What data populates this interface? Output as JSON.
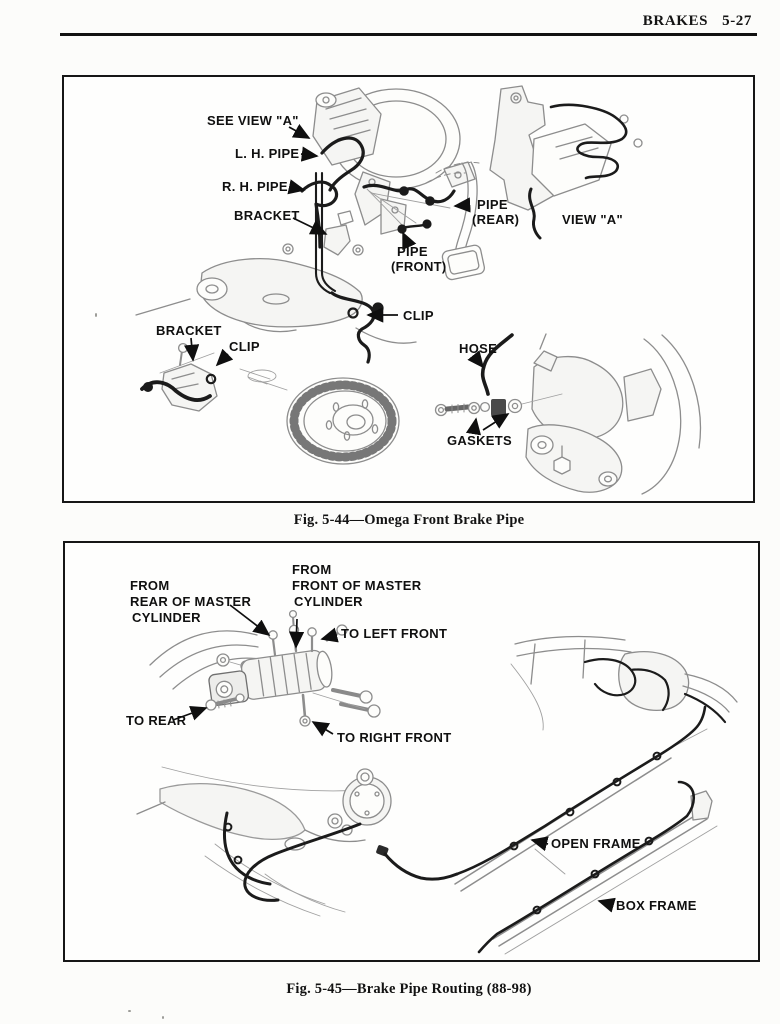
{
  "header": {
    "section_title": "BRAKES",
    "page_number": "5-27"
  },
  "figure1": {
    "caption": "Fig. 5-44—Omega Front Brake Pipe",
    "labels": {
      "see_view_a": "SEE VIEW \"A\"",
      "lh_pipe": "L. H. PIPE",
      "rh_pipe": "R. H. PIPE",
      "bracket_upper": "BRACKET",
      "pipe_rear_line1": "PIPE",
      "pipe_rear_line2": "(REAR)",
      "pipe_front_line1": "PIPE",
      "pipe_front_line2": "(FRONT)",
      "view_a": "VIEW \"A\"",
      "clip_center": "CLIP",
      "bracket_lower": "BRACKET",
      "clip_lower": "CLIP",
      "hose": "HOSE",
      "gaskets": "GASKETS"
    }
  },
  "figure2": {
    "caption": "Fig. 5-45—Brake Pipe Routing (88-98)",
    "labels": {
      "from_rear_line1": "FROM",
      "from_rear_line2": "REAR OF MASTER",
      "from_rear_line3": "CYLINDER",
      "from_front_line1": "FROM",
      "from_front_line2": "FRONT OF MASTER",
      "from_front_line3": "CYLINDER",
      "to_left_front": "TO LEFT FRONT",
      "to_rear": "TO REAR",
      "to_right_front": "TO RIGHT FRONT",
      "open_frame": "OPEN FRAME",
      "box_frame": "BOX FRAME"
    }
  }
}
